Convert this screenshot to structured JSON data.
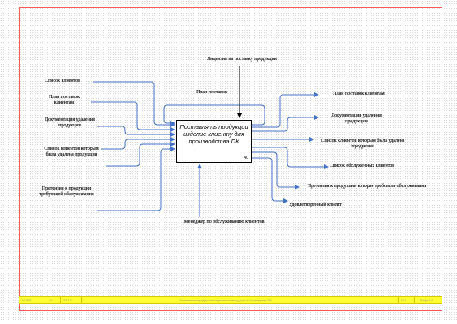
{
  "box": {
    "title": "Поставлять продукции изделие клиенту для производства ПК",
    "number": "А0"
  },
  "labels": {
    "control_top": "Лицензия на поставку продукции",
    "orders_loop": "План поставок",
    "mech_bottom": "Менеджер по обслуживанию клиентов",
    "in1": "Список клиентов",
    "in2": "План поставок клиентам",
    "in3": "Документация удаления продукции",
    "in4": "Список клиентов которым была удалена продукция",
    "in5": "Претензия к продукции требующей обслуживания",
    "out1": "План поставок клиентам",
    "out2": "Документация удаления продукции",
    "out3": "Список клиентов которым была удалена продукция",
    "out4": "Список обслуженных клиентов",
    "out5": "Претензия к продукции которая требовала обслуживания",
    "out6": "Удовлетворенный клиент"
  },
  "footer": {
    "node": "NODE:",
    "node_val": "A0",
    "title_label": "TITLE:",
    "title": "Поставлять продукции изделие клиенту для производства ПК",
    "number_label": "NO.:",
    "page": "Page 1/1"
  },
  "colors": {
    "arrow": "#4472c4",
    "frame": "#ff5a5a",
    "footer": "#ffff33"
  }
}
